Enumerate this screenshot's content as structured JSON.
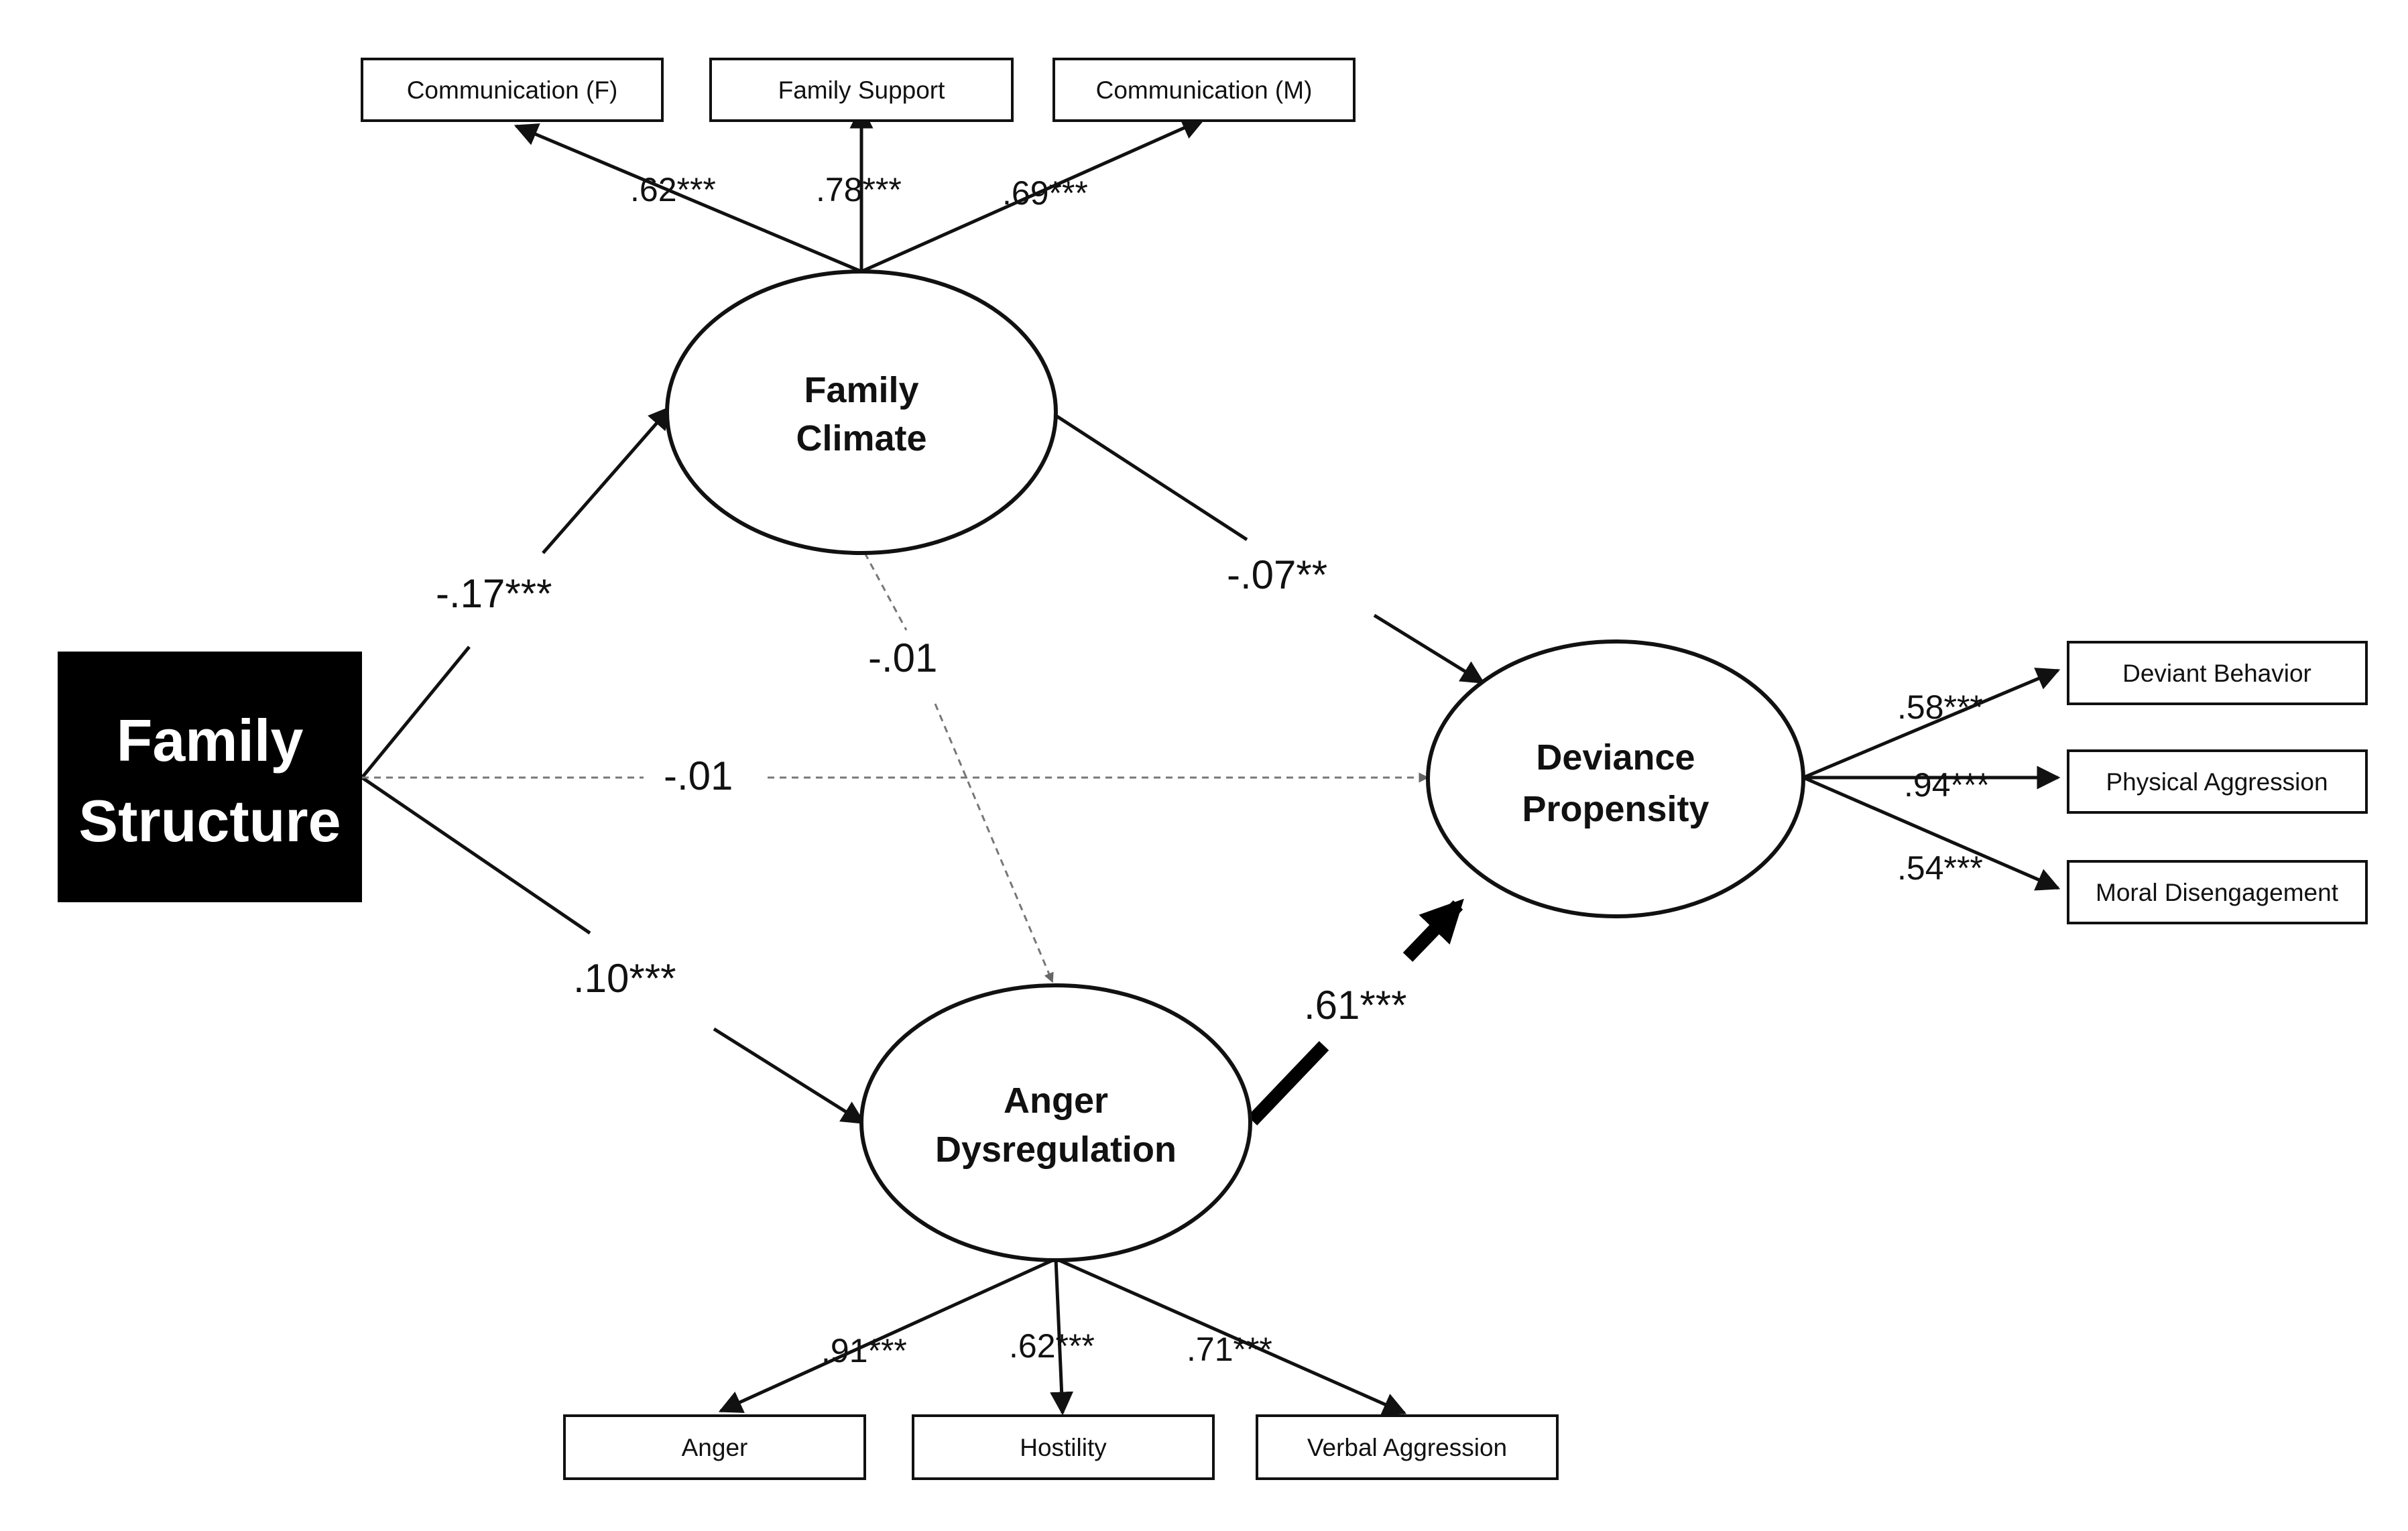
{
  "root": {
    "lines": [
      "Family",
      "Structure"
    ]
  },
  "latents": {
    "family_climate": {
      "lines": [
        "Family",
        "Climate"
      ]
    },
    "anger_dysregulation": {
      "lines": [
        "Anger",
        "Dysregulation"
      ]
    },
    "deviance_propensity": {
      "lines": [
        "Deviance",
        "Propensity"
      ]
    }
  },
  "indicators": {
    "communication_f": "Communication  (F)",
    "family_support": "Family Support",
    "communication_m": "Communication  (M)",
    "deviant_behavior": "Deviant Behavior",
    "physical_aggression": "Physical Aggression",
    "moral_disengagement": "Moral Disengagement",
    "anger": "Anger",
    "hostility": "Hostility",
    "verbal_aggression": "Verbal Aggression"
  },
  "paths": {
    "structure_to_climate": "-.17***",
    "structure_to_deviance": "-.01",
    "structure_to_anger": ".10***",
    "climate_to_deviance": "-.07**",
    "climate_to_anger": "-.01",
    "anger_to_deviance": ".61***"
  },
  "loadings": {
    "communication_f": ".62***",
    "family_support": ".78***",
    "communication_m": ".69***",
    "deviant_behavior": ".58***",
    "physical_aggression": ".94***",
    "moral_disengagement": ".54***",
    "anger": ".91***",
    "hostility": ".62***",
    "verbal_aggression": ".71***"
  },
  "colors": {
    "line": "#111111",
    "dashed": "#888888",
    "root_fill": "#000000",
    "root_text": "#ffffff"
  }
}
